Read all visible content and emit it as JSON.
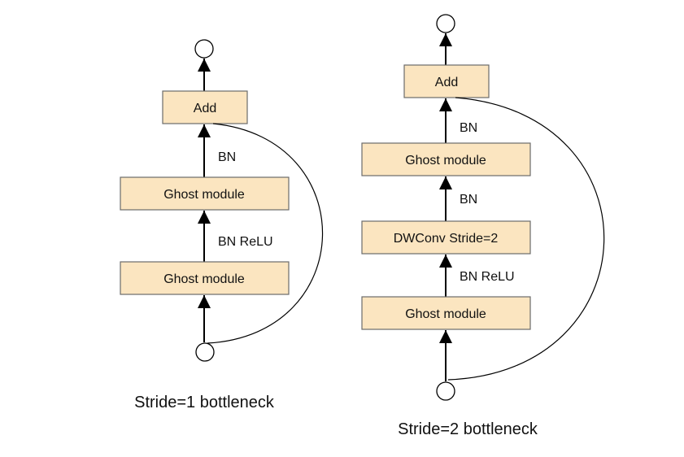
{
  "colors": {
    "block_fill": "#fbe5c0",
    "block_stroke": "#6b6b6b",
    "line": "#000000",
    "text": "#111111",
    "background": "#ffffff"
  },
  "stride1": {
    "caption": "Stride=1 bottleneck",
    "blocks": {
      "add": "Add",
      "ghost_top": "Ghost module",
      "ghost_bottom": "Ghost module"
    },
    "edge_labels": {
      "bn": "BN",
      "bn_relu": "BN ReLU"
    }
  },
  "stride2": {
    "caption": "Stride=2 bottleneck",
    "blocks": {
      "add": "Add",
      "ghost_top": "Ghost module",
      "dwconv": "DWConv Stride=2",
      "ghost_bottom": "Ghost module"
    },
    "edge_labels": {
      "bn_top": "BN",
      "bn_mid": "BN",
      "bn_relu": "BN ReLU"
    }
  }
}
